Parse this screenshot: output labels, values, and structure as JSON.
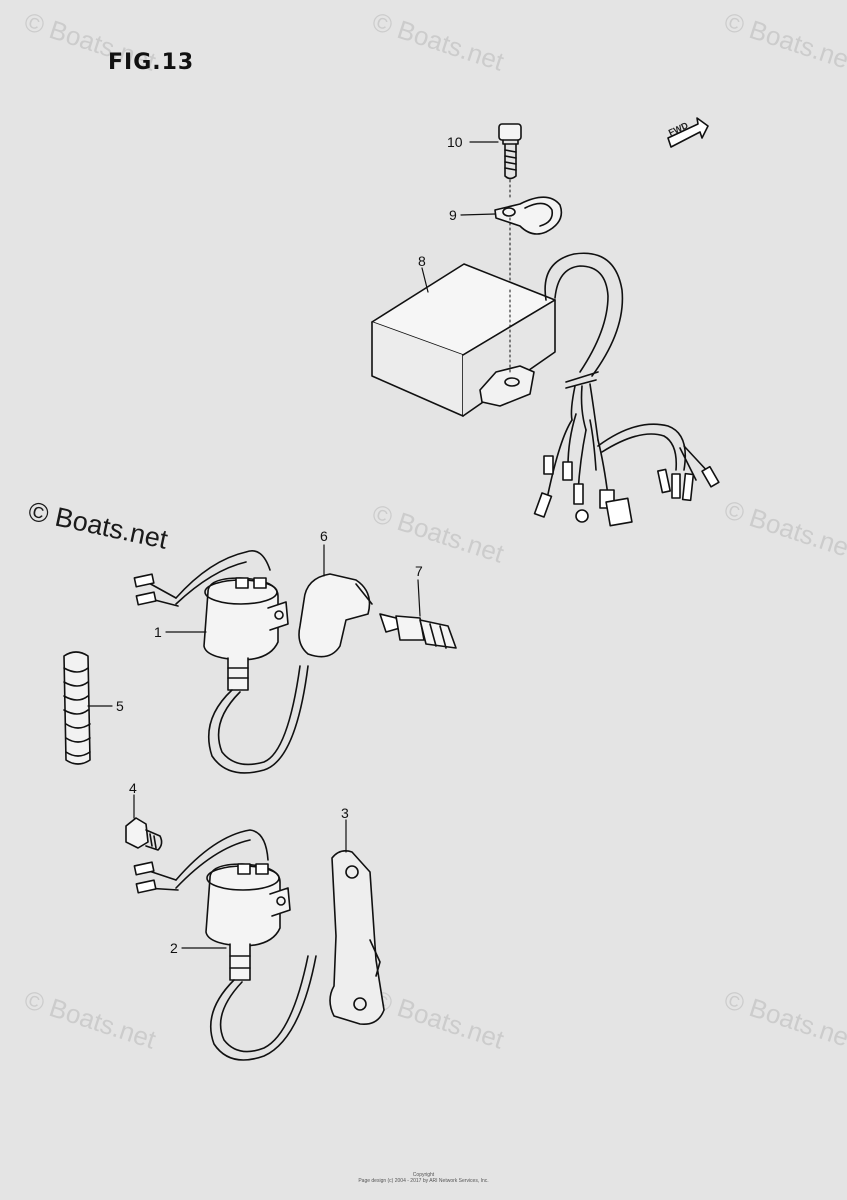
{
  "figure": {
    "title": "FIG.13"
  },
  "watermark": {
    "text": "© Boats.net"
  },
  "fwd_label": "FWD",
  "callouts": [
    {
      "id": "c1",
      "label": "1"
    },
    {
      "id": "c2",
      "label": "2"
    },
    {
      "id": "c3",
      "label": "3"
    },
    {
      "id": "c4",
      "label": "4"
    },
    {
      "id": "c5",
      "label": "5"
    },
    {
      "id": "c6",
      "label": "6"
    },
    {
      "id": "c7",
      "label": "7"
    },
    {
      "id": "c8",
      "label": "8"
    },
    {
      "id": "c9",
      "label": "9"
    },
    {
      "id": "c10",
      "label": "10"
    }
  ],
  "footer": {
    "line1": "Copyright",
    "line2": "Page design (c) 2004 - 2017 by ARI Network Services, Inc."
  },
  "colors": {
    "paper": "#e4e4e4",
    "ink": "#111111",
    "part_fill": "#f4f4f4"
  }
}
